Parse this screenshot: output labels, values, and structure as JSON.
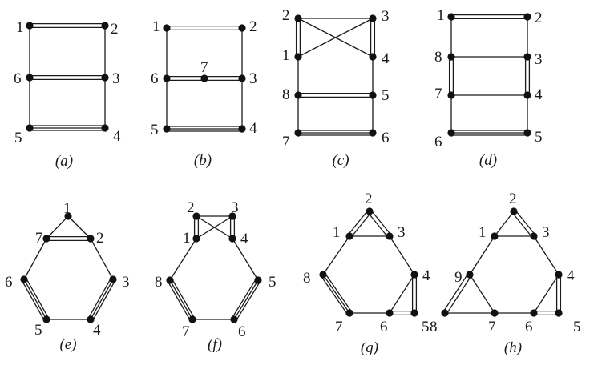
{
  "colors": {
    "ink": "#1a1a1a",
    "node": "#111111",
    "background": "#ffffff"
  },
  "panels": [
    {
      "caption": "(a)",
      "nodes": [
        {
          "id": "1",
          "label": "1"
        },
        {
          "id": "2",
          "label": "2"
        },
        {
          "id": "3",
          "label": "3"
        },
        {
          "id": "4",
          "label": "4"
        },
        {
          "id": "5",
          "label": "5"
        },
        {
          "id": "6",
          "label": "6"
        }
      ],
      "edges": [
        {
          "from": "1",
          "to": "2",
          "kind": "double"
        },
        {
          "from": "6",
          "to": "3",
          "kind": "double"
        },
        {
          "from": "5",
          "to": "4",
          "kind": "triple"
        },
        {
          "from": "1",
          "to": "6",
          "kind": "single"
        },
        {
          "from": "6",
          "to": "5",
          "kind": "single"
        },
        {
          "from": "2",
          "to": "3",
          "kind": "single"
        },
        {
          "from": "3",
          "to": "4",
          "kind": "single"
        }
      ]
    },
    {
      "caption": "(b)",
      "nodes": [
        {
          "id": "1",
          "label": "1"
        },
        {
          "id": "2",
          "label": "2"
        },
        {
          "id": "3",
          "label": "3"
        },
        {
          "id": "4",
          "label": "4"
        },
        {
          "id": "5",
          "label": "5"
        },
        {
          "id": "6",
          "label": "6"
        },
        {
          "id": "7",
          "label": "7"
        }
      ],
      "edges": [
        {
          "from": "1",
          "to": "2",
          "kind": "double"
        },
        {
          "from": "6",
          "to": "7",
          "kind": "double"
        },
        {
          "from": "7",
          "to": "3",
          "kind": "double"
        },
        {
          "from": "5",
          "to": "4",
          "kind": "triple"
        },
        {
          "from": "1",
          "to": "6",
          "kind": "single"
        },
        {
          "from": "6",
          "to": "5",
          "kind": "single"
        },
        {
          "from": "2",
          "to": "3",
          "kind": "single"
        },
        {
          "from": "3",
          "to": "4",
          "kind": "single"
        }
      ]
    },
    {
      "caption": "(c)",
      "nodes": [
        {
          "id": "1",
          "label": "1"
        },
        {
          "id": "2",
          "label": "2"
        },
        {
          "id": "3",
          "label": "3"
        },
        {
          "id": "4",
          "label": "4"
        },
        {
          "id": "5",
          "label": "5"
        },
        {
          "id": "6",
          "label": "6"
        },
        {
          "id": "7",
          "label": "7"
        },
        {
          "id": "8",
          "label": "8"
        }
      ],
      "edges": [
        {
          "from": "2",
          "to": "3",
          "kind": "single"
        },
        {
          "from": "2",
          "to": "4",
          "kind": "single"
        },
        {
          "from": "1",
          "to": "3",
          "kind": "single"
        },
        {
          "from": "2",
          "to": "1",
          "kind": "double"
        },
        {
          "from": "3",
          "to": "4",
          "kind": "double"
        },
        {
          "from": "1",
          "to": "8",
          "kind": "single"
        },
        {
          "from": "4",
          "to": "5",
          "kind": "single"
        },
        {
          "from": "8",
          "to": "5",
          "kind": "double"
        },
        {
          "from": "8",
          "to": "7",
          "kind": "single"
        },
        {
          "from": "5",
          "to": "6",
          "kind": "single"
        },
        {
          "from": "7",
          "to": "6",
          "kind": "triple"
        }
      ]
    },
    {
      "caption": "(d)",
      "nodes": [
        {
          "id": "1",
          "label": "1"
        },
        {
          "id": "2",
          "label": "2"
        },
        {
          "id": "3",
          "label": "3"
        },
        {
          "id": "4",
          "label": "4"
        },
        {
          "id": "5",
          "label": "5"
        },
        {
          "id": "6",
          "label": "6"
        },
        {
          "id": "7",
          "label": "7"
        },
        {
          "id": "8",
          "label": "8"
        }
      ],
      "edges": [
        {
          "from": "1",
          "to": "2",
          "kind": "double"
        },
        {
          "from": "1",
          "to": "8",
          "kind": "single"
        },
        {
          "from": "2",
          "to": "3",
          "kind": "single"
        },
        {
          "from": "8",
          "to": "3",
          "kind": "single"
        },
        {
          "from": "8",
          "to": "7",
          "kind": "double"
        },
        {
          "from": "3",
          "to": "4",
          "kind": "double"
        },
        {
          "from": "7",
          "to": "4",
          "kind": "single"
        },
        {
          "from": "7",
          "to": "6",
          "kind": "single"
        },
        {
          "from": "4",
          "to": "5",
          "kind": "single"
        },
        {
          "from": "6",
          "to": "5",
          "kind": "triple"
        }
      ]
    },
    {
      "caption": "(e)",
      "nodes": [
        {
          "id": "1",
          "label": "1"
        },
        {
          "id": "2",
          "label": "2"
        },
        {
          "id": "3",
          "label": "3"
        },
        {
          "id": "4",
          "label": "4"
        },
        {
          "id": "5",
          "label": "5"
        },
        {
          "id": "6",
          "label": "6"
        },
        {
          "id": "7",
          "label": "7"
        }
      ],
      "edges": [
        {
          "from": "1",
          "to": "7",
          "kind": "single"
        },
        {
          "from": "1",
          "to": "2",
          "kind": "single"
        },
        {
          "from": "7",
          "to": "2",
          "kind": "double"
        },
        {
          "from": "7",
          "to": "6",
          "kind": "single"
        },
        {
          "from": "2",
          "to": "3",
          "kind": "single"
        },
        {
          "from": "6",
          "to": "5",
          "kind": "triple"
        },
        {
          "from": "3",
          "to": "4",
          "kind": "triple"
        },
        {
          "from": "5",
          "to": "4",
          "kind": "single"
        }
      ]
    },
    {
      "caption": "(f)",
      "nodes": [
        {
          "id": "1",
          "label": "1"
        },
        {
          "id": "2",
          "label": "2"
        },
        {
          "id": "3",
          "label": "3"
        },
        {
          "id": "4",
          "label": "4"
        },
        {
          "id": "5",
          "label": "5"
        },
        {
          "id": "6",
          "label": "6"
        },
        {
          "id": "7",
          "label": "7"
        },
        {
          "id": "8",
          "label": "8"
        }
      ],
      "edges": [
        {
          "from": "2",
          "to": "3",
          "kind": "single"
        },
        {
          "from": "2",
          "to": "4",
          "kind": "single"
        },
        {
          "from": "1",
          "to": "3",
          "kind": "single"
        },
        {
          "from": "2",
          "to": "1",
          "kind": "double"
        },
        {
          "from": "3",
          "to": "4",
          "kind": "double"
        },
        {
          "from": "1",
          "to": "8",
          "kind": "single"
        },
        {
          "from": "4",
          "to": "5",
          "kind": "single"
        },
        {
          "from": "8",
          "to": "7",
          "kind": "triple"
        },
        {
          "from": "5",
          "to": "6",
          "kind": "triple"
        },
        {
          "from": "7",
          "to": "6",
          "kind": "single"
        }
      ]
    },
    {
      "caption": "(g)",
      "nodes": [
        {
          "id": "1",
          "label": "1"
        },
        {
          "id": "2",
          "label": "2"
        },
        {
          "id": "3",
          "label": "3"
        },
        {
          "id": "4",
          "label": "4"
        },
        {
          "id": "5",
          "label": "5"
        },
        {
          "id": "6",
          "label": "6"
        },
        {
          "id": "7",
          "label": "7"
        },
        {
          "id": "8",
          "label": "8"
        }
      ],
      "edges": [
        {
          "from": "2",
          "to": "1",
          "kind": "double"
        },
        {
          "from": "2",
          "to": "3",
          "kind": "double"
        },
        {
          "from": "1",
          "to": "3",
          "kind": "single"
        },
        {
          "from": "1",
          "to": "8",
          "kind": "single"
        },
        {
          "from": "3",
          "to": "4",
          "kind": "single"
        },
        {
          "from": "8",
          "to": "7",
          "kind": "triple"
        },
        {
          "from": "7",
          "to": "6",
          "kind": "single"
        },
        {
          "from": "6",
          "to": "4",
          "kind": "single"
        },
        {
          "from": "6",
          "to": "5",
          "kind": "double"
        },
        {
          "from": "4",
          "to": "5",
          "kind": "double"
        }
      ]
    },
    {
      "caption": "(h)",
      "nodes": [
        {
          "id": "1",
          "label": "1"
        },
        {
          "id": "2",
          "label": "2"
        },
        {
          "id": "3",
          "label": "3"
        },
        {
          "id": "4",
          "label": "4"
        },
        {
          "id": "5",
          "label": "5"
        },
        {
          "id": "6",
          "label": "6"
        },
        {
          "id": "7",
          "label": "7"
        },
        {
          "id": "8",
          "label": "8"
        },
        {
          "id": "9",
          "label": "9"
        }
      ],
      "edges": [
        {
          "from": "2",
          "to": "1",
          "kind": "single"
        },
        {
          "from": "2",
          "to": "3",
          "kind": "double"
        },
        {
          "from": "1",
          "to": "3",
          "kind": "single"
        },
        {
          "from": "1",
          "to": "9",
          "kind": "single"
        },
        {
          "from": "3",
          "to": "4",
          "kind": "single"
        },
        {
          "from": "9",
          "to": "8",
          "kind": "double"
        },
        {
          "from": "9",
          "to": "7",
          "kind": "single"
        },
        {
          "from": "8",
          "to": "7",
          "kind": "single"
        },
        {
          "from": "7",
          "to": "6",
          "kind": "single"
        },
        {
          "from": "6",
          "to": "4",
          "kind": "single"
        },
        {
          "from": "6",
          "to": "5",
          "kind": "double"
        },
        {
          "from": "4",
          "to": "5",
          "kind": "double"
        }
      ]
    }
  ]
}
